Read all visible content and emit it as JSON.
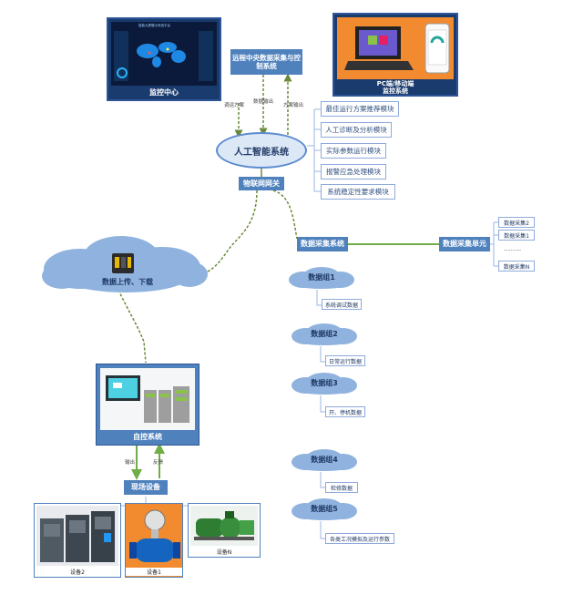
{
  "monitor_center": {
    "label": "监控中心",
    "screen_title": "智能大屏展示系统平台"
  },
  "remote_system": {
    "label": "远程中央数据采集与控制系统"
  },
  "pc_mobile": {
    "label": "PC端/移动端监控系统"
  },
  "arrows": {
    "fault_plan": "调运方案",
    "data_output": "数据输出",
    "plan_output": "方案输出"
  },
  "ai_system": {
    "label": "人工智能系统"
  },
  "modules": [
    "最佳运行方案推荐模块",
    "人工诊断及分析模块",
    "实际参数运行模块",
    "报警应急处理模块",
    "系统稳定性要求模块"
  ],
  "iot_gateway": {
    "label": "物联网网关"
  },
  "cloud": {
    "label": "数据上传、下载"
  },
  "data_collection": {
    "label": "数据采集系统"
  },
  "collection_unit": {
    "label": "数据采集单元"
  },
  "collectors": [
    "数据采集2",
    "数据采集1",
    "..........",
    "数据采集N"
  ],
  "data_groups": [
    {
      "name": "数据组1",
      "item": "系统调试数据"
    },
    {
      "name": "数据组2",
      "item": "日常运行数据"
    },
    {
      "name": "数据组3",
      "item": "开、停机数据"
    },
    {
      "name": "数据组4",
      "item": "检修数据"
    },
    {
      "name": "数据组5",
      "item": "各类工况模拟及运行参数"
    }
  ],
  "control_system": {
    "label": "自控系统"
  },
  "field_arrows": {
    "output": "输出",
    "feedback": "反馈"
  },
  "field_equipment": {
    "label": "现场设备"
  },
  "devices": [
    "设备2",
    "设备1",
    "设备N"
  ],
  "colors": {
    "box_blue": "#4f81bd",
    "dash_green": "#6a8a3a",
    "cloud_blue": "#8fb3de",
    "solid_green": "#70ad47"
  }
}
